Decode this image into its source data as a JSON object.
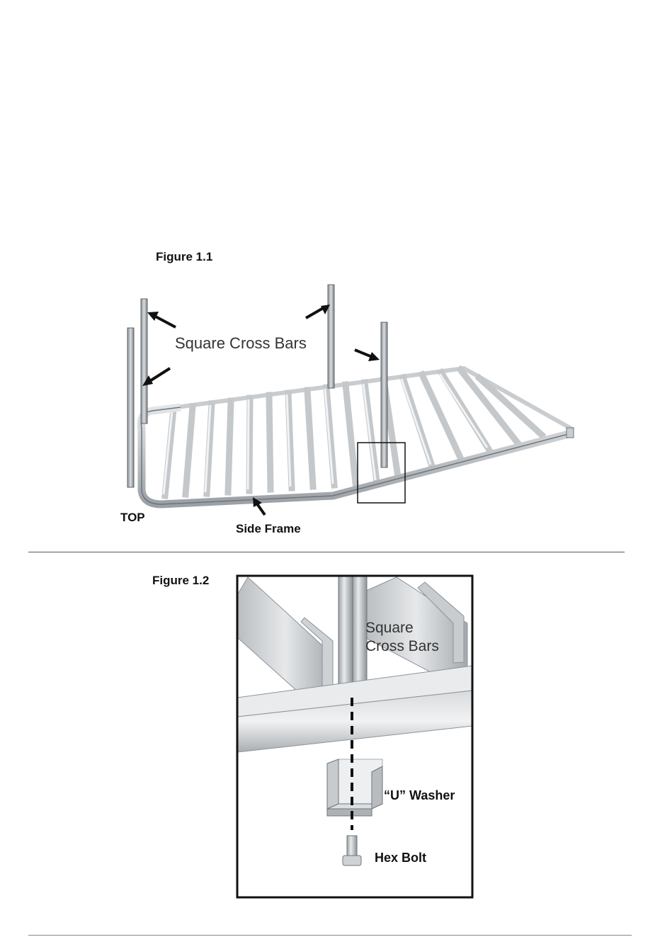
{
  "figure1": {
    "caption": "Figure 1.1",
    "label_cross_bars": "Square Cross Bars",
    "label_top": "TOP",
    "label_side_frame": "Side Frame"
  },
  "figure2": {
    "caption": "Figure 1.2",
    "label_cross_bars_line1": "Square",
    "label_cross_bars_line2": "Cross Bars",
    "label_u_washer": "“U” Washer",
    "label_hex_bolt": "Hex Bolt"
  }
}
